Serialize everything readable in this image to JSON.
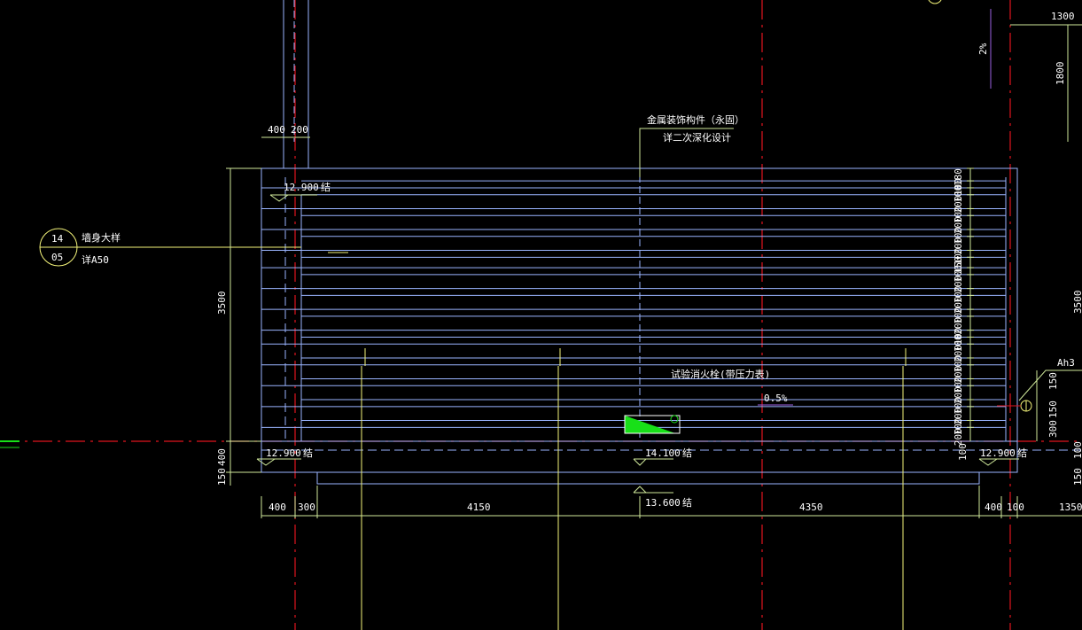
{
  "colors": {
    "background": "#000000",
    "axis_red": "#e0141e",
    "wall_blue": "#9ab4ff",
    "dim_green": "#cfe89a",
    "text_white": "#ffffff",
    "symbol_yellow": "#f4f47a",
    "fill_green": "#18e018",
    "purple": "#9a60e0"
  },
  "top_right": {
    "dim_1300": "1300",
    "dim_1800": "1800",
    "slope": "2%"
  },
  "top_dims": {
    "a": "400",
    "b": "200"
  },
  "note": {
    "line1": "金属装饰构件（永固）",
    "line2": "详二次深化设计"
  },
  "detail_callout": {
    "top": "14",
    "bottom": "05",
    "title": "墙身大样",
    "sub": "详A50"
  },
  "left_dim": {
    "height": "3500",
    "d150": "150",
    "d400": "400"
  },
  "right_stack": [
    "180",
    "100",
    "100",
    "200",
    "100",
    "200",
    "100",
    "200",
    "100",
    "150",
    "100",
    "200",
    "100",
    "200",
    "100",
    "200",
    "100",
    "100",
    "200",
    "100",
    "200",
    "100",
    "200",
    "100",
    "200",
    "100",
    "200"
  ],
  "elevations": {
    "top_left": "12.900",
    "top_left_suffix": "结",
    "bottom_left": "12.900",
    "bottom_left_suffix": "结",
    "mid": "14.100",
    "mid_suffix": "结",
    "below": "13.600",
    "below_suffix": "结",
    "right": "12.900",
    "right_suffix": "结"
  },
  "slope_label": "0.5%",
  "hydrant_label": "试验消火栓(带压力表)",
  "axis_tag": "Ah3",
  "right_dims": {
    "d150a": "150",
    "d150b": "150",
    "d300": "300",
    "d100": "100"
  },
  "bottom_dims": [
    "400",
    "300",
    "4150",
    "4350",
    "400",
    "100",
    "1350"
  ],
  "right_edge": {
    "d3500": "3500",
    "d150": "150",
    "d100": "100"
  }
}
